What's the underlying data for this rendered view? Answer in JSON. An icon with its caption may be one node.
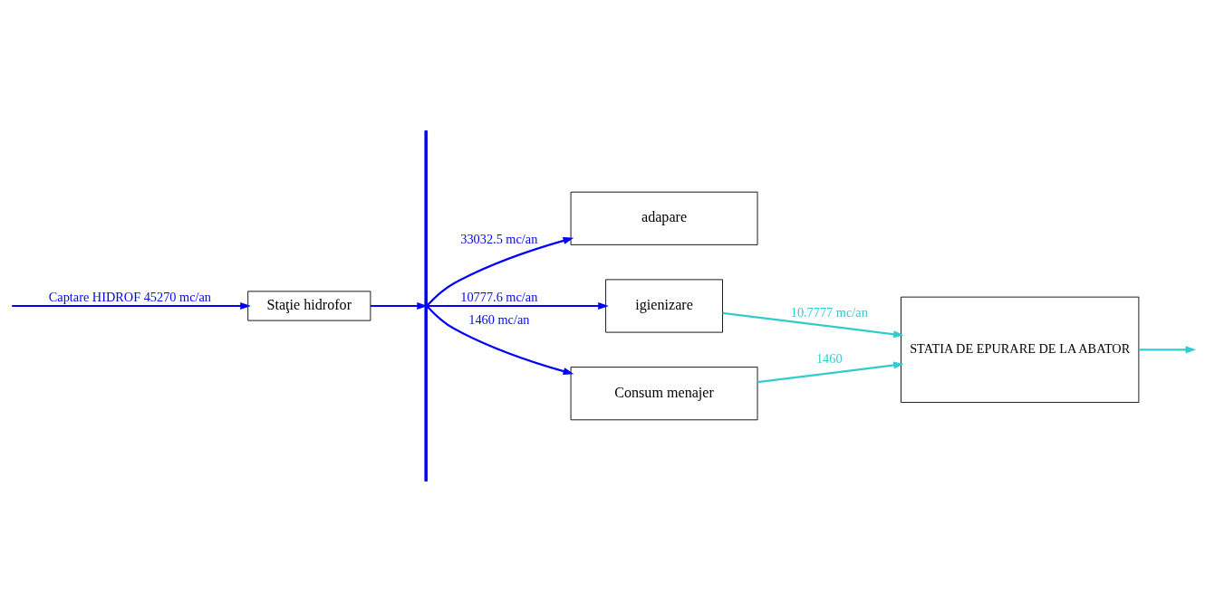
{
  "diagram": {
    "nodes": [
      {
        "text": [
          "Staţie hidrofor"
        ]
      },
      {
        "text": [],
        "shape": "bar"
      },
      {
        "text": [
          "adapare"
        ]
      },
      {
        "text": [
          "igienizare"
        ]
      },
      {
        "text": [
          "STATIA DE EPURARE DE LA ABATOR"
        ]
      },
      {
        "text": [
          "Consum menajer"
        ]
      }
    ],
    "edges": [
      {
        "from": null,
        "to": 0,
        "arrow": "to",
        "label": "Captare HIDROF 45270 mc/an"
      },
      {
        "from": 0,
        "to": 1,
        "arrow": "to"
      },
      {
        "from": 1,
        "to": 2,
        "arrow": "to",
        "label": "33032.5 mc/an"
      },
      {
        "from": 1,
        "to": 3,
        "arrow": "to",
        "label": "10777.6 mc/an"
      },
      {
        "from": 1,
        "to": 5,
        "arrow": "to",
        "label": "1460 mc/an"
      },
      {
        "from": 3,
        "to": 4,
        "arrow": "to",
        "label": "10.7777 mc/an",
        "color": "#33cccc"
      },
      {
        "from": 5,
        "to": 4,
        "arrow": "to",
        "label": "1460",
        "color": "#33cccc"
      },
      {
        "from": 4,
        "to": null,
        "arrow": "to",
        "color": "#33cccc"
      }
    ]
  }
}
